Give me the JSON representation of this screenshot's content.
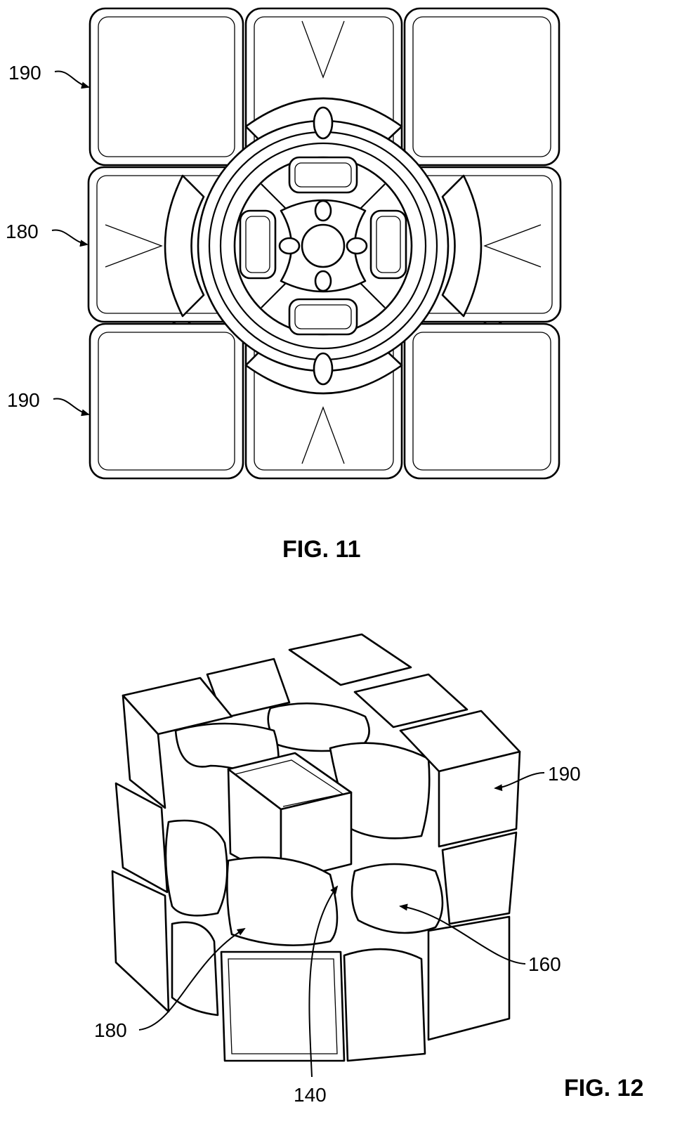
{
  "figures": {
    "fig11": {
      "caption": "FIG. 11",
      "labels": [
        "190",
        "180",
        "190"
      ]
    },
    "fig12": {
      "caption": "FIG. 12",
      "labels": {
        "top_right": "190",
        "right": "160",
        "left": "180",
        "bottom": "140"
      }
    }
  }
}
